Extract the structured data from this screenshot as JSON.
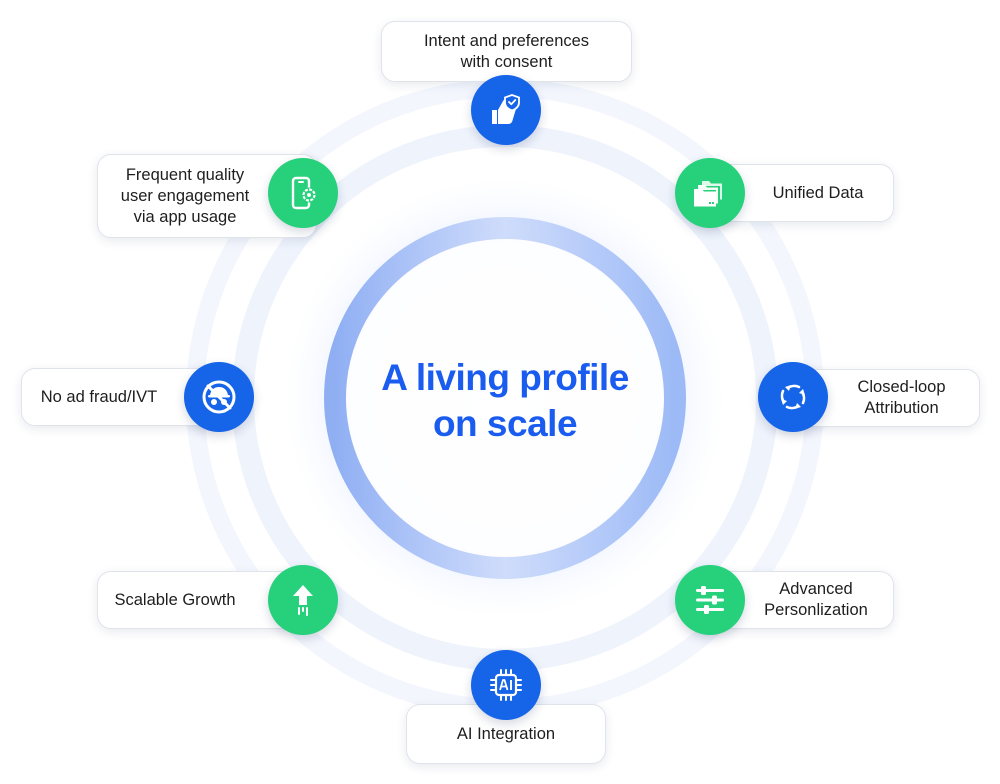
{
  "center": {
    "line1": "A living profile",
    "line2": "on scale"
  },
  "colors": {
    "accent_blue": "#1664e8",
    "accent_green": "#27d07a",
    "title_blue": "#1a5cf0"
  },
  "nodes": [
    {
      "id": "intent",
      "lines": [
        "Intent and preferences",
        "with consent"
      ],
      "icon": "thumbs-up-shield-icon",
      "color": "blue"
    },
    {
      "id": "unified",
      "lines": [
        "Unified Data"
      ],
      "icon": "folders-icon",
      "color": "green"
    },
    {
      "id": "attribution",
      "lines": [
        "Closed-loop",
        "Attribution"
      ],
      "icon": "cycle-arrows-icon",
      "color": "blue"
    },
    {
      "id": "personalization",
      "lines": [
        "Advanced",
        "Personlization"
      ],
      "icon": "sliders-icon",
      "color": "green"
    },
    {
      "id": "ai",
      "lines": [
        "AI Integration"
      ],
      "icon": "ai-chip-icon",
      "color": "blue"
    },
    {
      "id": "growth",
      "lines": [
        "Scalable Growth"
      ],
      "icon": "up-arrow-icon",
      "color": "green"
    },
    {
      "id": "fraud",
      "lines": [
        "No ad fraud/IVT"
      ],
      "icon": "no-fraud-icon",
      "color": "blue"
    },
    {
      "id": "engagement",
      "lines": [
        "Frequent quality",
        "user engagement",
        "via app usage"
      ],
      "icon": "phone-gear-icon",
      "color": "green"
    }
  ]
}
